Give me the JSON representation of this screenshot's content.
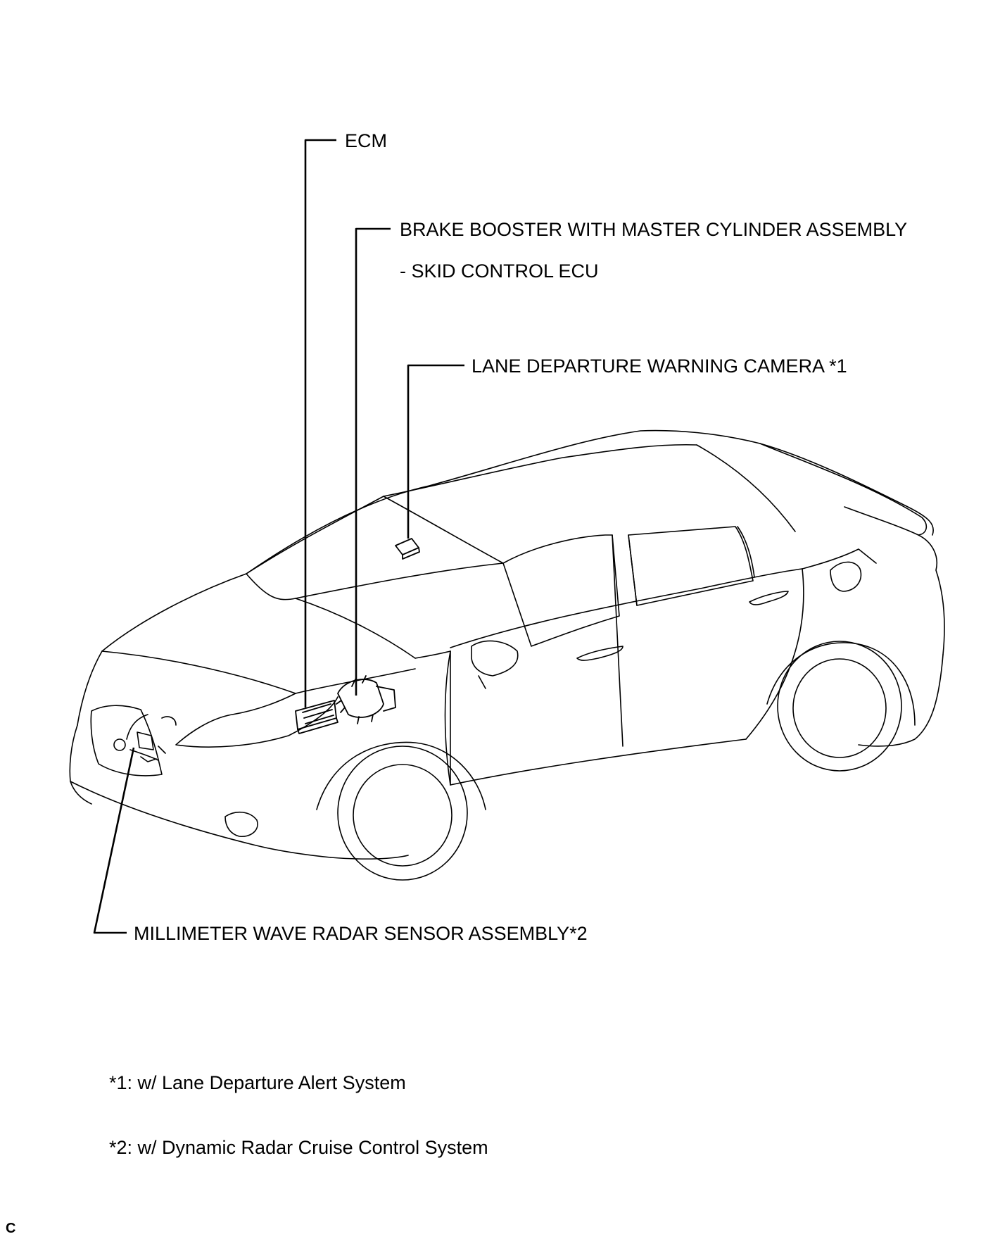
{
  "labels": {
    "ecm": "ECM",
    "brake_booster_line1": "BRAKE BOOSTER WITH MASTER CYLINDER ASSEMBLY",
    "brake_booster_line2": "- SKID CONTROL ECU",
    "lane_camera": "LANE DEPARTURE WARNING CAMERA *1",
    "radar_sensor": "MILLIMETER WAVE RADAR SENSOR ASSEMBLY*2"
  },
  "notes": {
    "note1": "*1: w/ Lane Departure Alert System",
    "note2": "*2: w/ Dynamic Radar Cruise Control System"
  },
  "corner_mark": "C",
  "colors": {
    "line": "#000000",
    "background": "#ffffff"
  }
}
